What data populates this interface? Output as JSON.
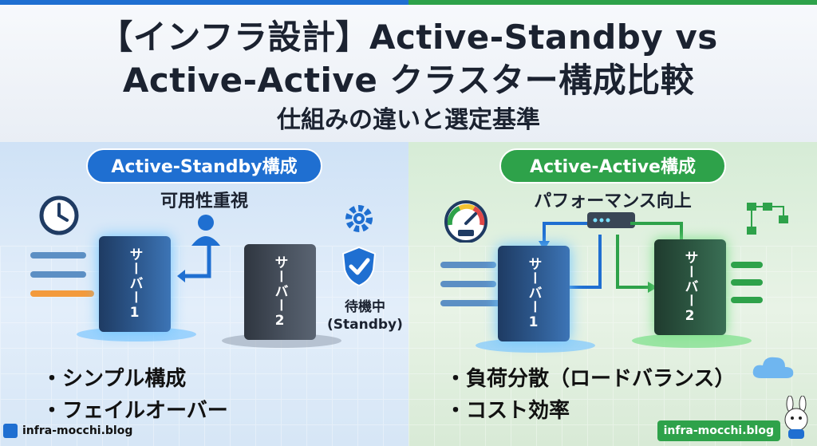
{
  "header": {
    "title_line1": "【インフラ設計】Active-Standby vs",
    "title_line2": "Active-Active クラスター構成比較",
    "subtitle": "仕組みの違いと選定基準"
  },
  "left": {
    "badge": "Active-Standby構成",
    "tagline": "可用性重視",
    "server1": "サーバー1",
    "server2": "サーバー2",
    "standby_line1": "待機中",
    "standby_line2": "(Standby)",
    "bullets": [
      "・シンプル構成",
      "・フェイルオーバー"
    ],
    "icons": [
      "clock-icon",
      "user-icon",
      "gear-icon",
      "shield-check-icon"
    ]
  },
  "right": {
    "badge": "Active-Active構成",
    "tagline": "パフォーマンス向上",
    "server1": "サーバー1",
    "server2": "サーバー2",
    "bullets": [
      "・負荷分散（ロードバランス）",
      "・コスト効率"
    ],
    "icons": [
      "speedometer-icon",
      "load-balancer-icon",
      "network-icon",
      "cloud-icon"
    ]
  },
  "brand": {
    "left": "infra-mocchi.blog",
    "right": "infra-mocchi.blog"
  },
  "colors": {
    "blue": "#1f6fd1",
    "green": "#2ea24a",
    "text": "#1b2230"
  }
}
